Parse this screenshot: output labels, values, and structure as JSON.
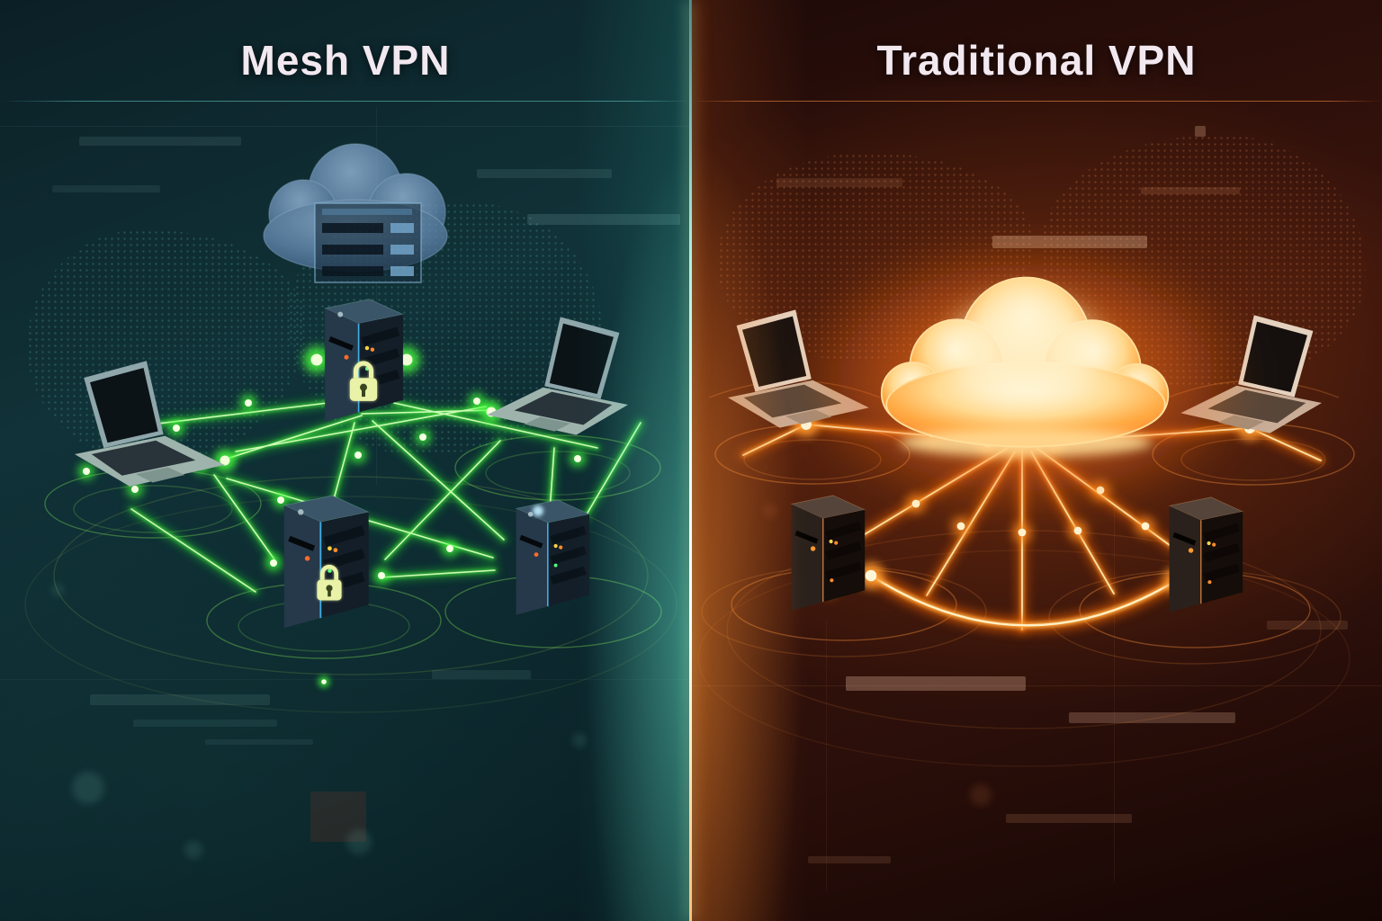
{
  "left_panel": {
    "title": "Mesh VPN",
    "topology": "mesh",
    "theme": {
      "background": "#0d262c",
      "accent": "#3ddc3a",
      "line_glow": "#49e53c",
      "title_color": "#f2e8f0"
    },
    "icons": [
      "cloud-icon",
      "server-icon",
      "laptop-icon",
      "padlock-icon",
      "node-dot-icon",
      "world-map-dots"
    ],
    "devices": [
      "cloud-with-server-panel",
      "server-with-padlock",
      "laptop",
      "laptop",
      "server-with-padlock",
      "server"
    ]
  },
  "right_panel": {
    "title": "Traditional VPN",
    "topology": "hub-and-spoke",
    "theme": {
      "background": "#2a100a",
      "accent": "#ff7a1f",
      "line_glow": "#ff9a2e",
      "title_color": "#f2e8f0"
    },
    "icons": [
      "cloud-icon",
      "server-icon",
      "laptop-icon",
      "node-dot-icon",
      "world-map-dots"
    ],
    "devices": [
      "glowing-cloud-hub",
      "laptop",
      "laptop",
      "server",
      "server"
    ]
  },
  "divider": {
    "left_glow_color": "#46e0c8",
    "right_glow_color": "#ff7a1f"
  }
}
